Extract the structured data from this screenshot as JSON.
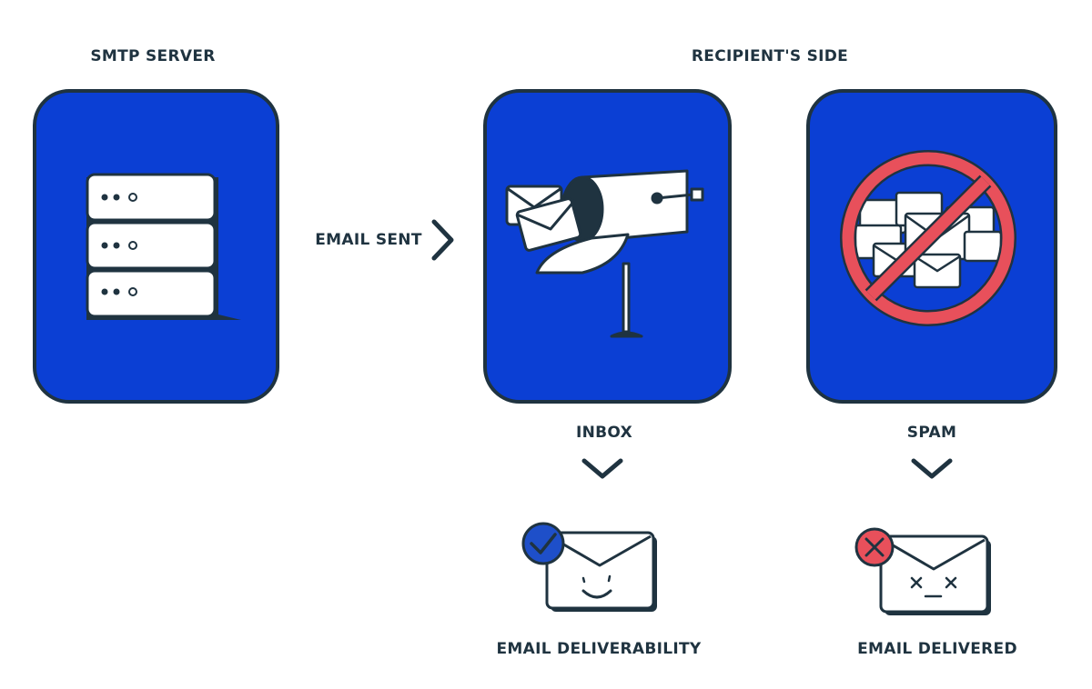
{
  "labels": {
    "smtp_server": "SMTP SERVER",
    "recipients_side": "RECIPIENT'S SIDE",
    "email_sent": "EMAIL SENT",
    "inbox": "INBOX",
    "spam": "SPAM",
    "email_deliverability": "EMAIL DELIVERABILITY",
    "email_delivered": "EMAIL DELIVERED"
  },
  "colors": {
    "panel_blue": "#0b3fd4",
    "outline": "#1f3340",
    "spam_red": "#e8505b",
    "check_blue": "#1e4fc9"
  }
}
